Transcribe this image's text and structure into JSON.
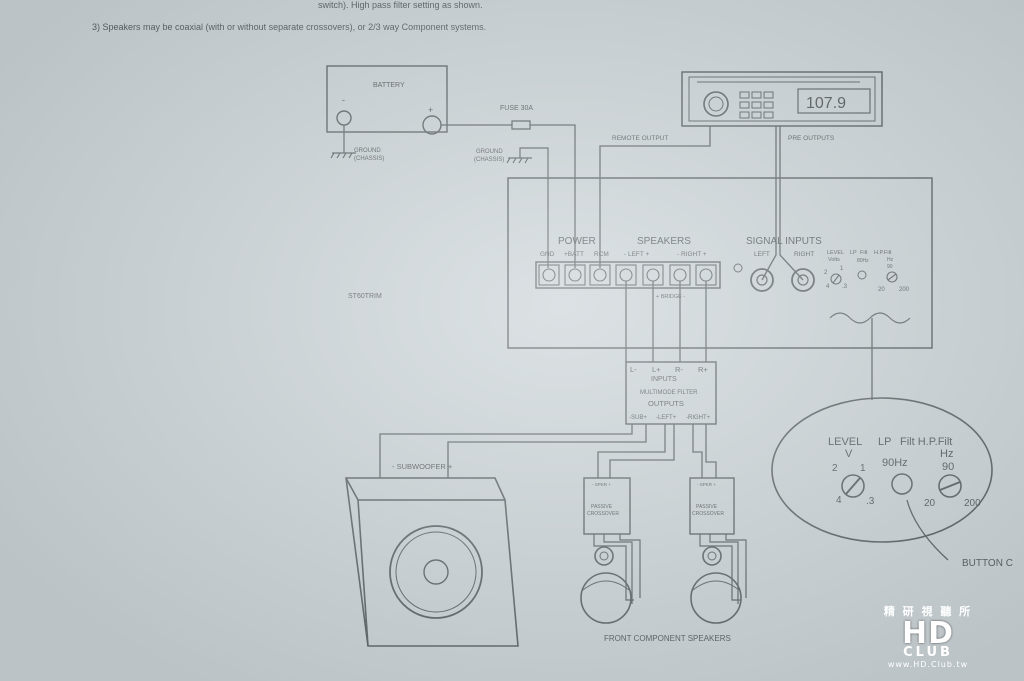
{
  "header": {
    "line1": "switch). High pass filter setting as shown.",
    "line2": "3) Speakers may be coaxial (with or without separate crossovers), or 2/3 way Component systems."
  },
  "battery": {
    "title": "BATTERY",
    "neg": "-",
    "pos": "+",
    "ground_label": [
      "GROUND",
      "(CHASSIS)"
    ]
  },
  "fuse": {
    "label": "FUSE 30A"
  },
  "amp_ground": {
    "label": [
      "GROUND",
      "(CHASSIS)"
    ]
  },
  "head_unit": {
    "display": "107.9",
    "remote_label": "REMOTE OUTPUT",
    "pre_label": "PRE OUTPUTS"
  },
  "amplifier": {
    "model": "ST60TRIM",
    "power": "POWER",
    "speakers": "SPEAKERS",
    "signal": "SIGNAL INPUTS",
    "terminals": [
      "GND",
      "+BATT",
      "RCM",
      "- LEFT +",
      "- RIGHT +"
    ],
    "bridge": "+ BRIDGE -",
    "rca": [
      "LEFT",
      "RIGHT"
    ],
    "controls": {
      "level": "LEVEL",
      "volts": "Volts",
      "lp": "LP",
      "filt": "Filt",
      "lp_freq": "80Hz",
      "hp": "H.P.Filt",
      "hz": "Hz",
      "hp_top": "90",
      "knob_marks": [
        "2",
        "1",
        "4",
        ".3"
      ],
      "hp_marks": [
        "20",
        "200"
      ]
    }
  },
  "filter": {
    "inputs": [
      "L-",
      "L+",
      "R-",
      "R+"
    ],
    "inputs_title": "INPUTS",
    "name": "MULTIMODE FILTER",
    "outputs_title": "OUTPUTS",
    "outputs": [
      "-SUB+",
      "-LEFT+",
      "-RIGHT+"
    ]
  },
  "subwoofer": {
    "label": "- SUBWOOFER +"
  },
  "crossover": {
    "label": [
      "PASSIVE",
      "CROSSOVER"
    ],
    "tag": "- SPKR +"
  },
  "speakers": {
    "label": "FRONT COMPONENT SPEAKERS"
  },
  "zoom": {
    "level": "LEVEL",
    "v": "V",
    "lp": "LP",
    "filt": "Filt H.P.Filt",
    "lp_freq": "90Hz",
    "hz": "Hz",
    "hp_top": "90",
    "marks": [
      "2",
      "1",
      "4",
      ".3"
    ],
    "hp_marks": [
      "20",
      "200"
    ],
    "button": "BUTTON C"
  },
  "watermark": {
    "cn": "精 研 視 聽 所",
    "logo": "HD",
    "club": "CLUB",
    "url": "www.HD.Club.tw"
  }
}
